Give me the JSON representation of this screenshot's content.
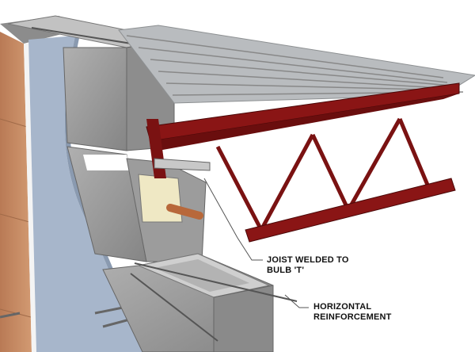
{
  "labels": {
    "joist": [
      "JOIST WELDED TO",
      "BULB 'T'"
    ],
    "reinforcement": [
      "HORIZONTAL",
      "REINFORCEMENT"
    ]
  },
  "colors": {
    "brick": "#c58a63",
    "insulation": "#a7b6cb",
    "block": "#9a9a9a",
    "deck": "#b9bcbf",
    "joist": "#8a1515",
    "grout": "#efe8c4",
    "rebar": "#b8683a"
  }
}
